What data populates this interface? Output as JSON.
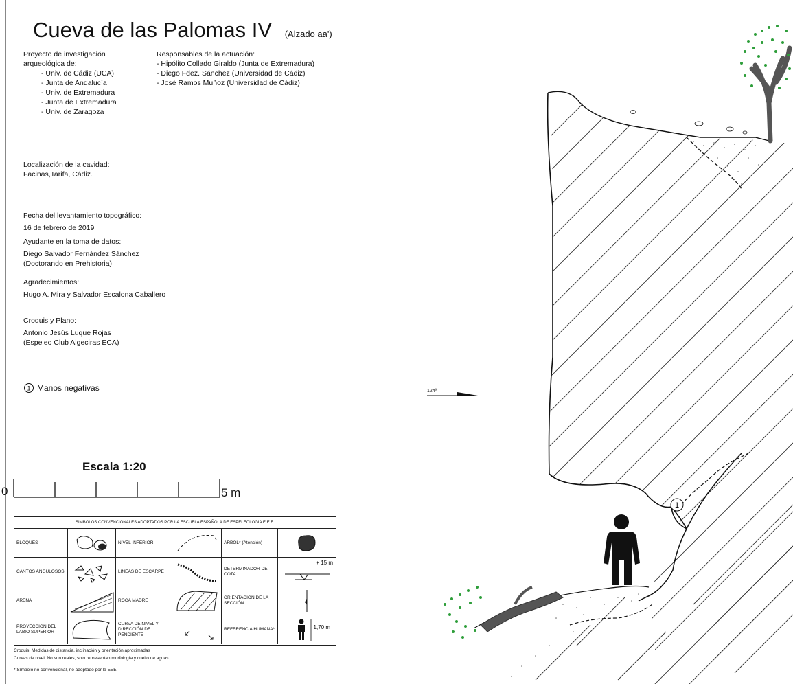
{
  "title": "Cueva de las Palomas IV",
  "title_sub": "(Alzado aa')",
  "project": {
    "heading_1": "Proyecto de investigación",
    "heading_2": "arqueológica de:",
    "items": [
      "- Univ. de Cádiz (UCA)",
      "- Junta de Andalucía",
      "- Univ. de Extremadura",
      "- Junta de Extremadura",
      "- Univ. de Zaragoza"
    ]
  },
  "responsibles": {
    "heading": "Responsables de la actuación:",
    "items": [
      "- Hipólito Collado Giraldo (Junta de Extremadura)",
      "- Diego Fdez. Sánchez (Universidad de Cádiz)",
      "- José Ramos Muñoz (Universidad de Cádiz)"
    ]
  },
  "location": {
    "label": "Localización de la cavidad:",
    "value": "Facinas,Tarifa, Cádiz."
  },
  "survey_date": {
    "label": "Fecha del levantamiento topográfico:",
    "value": "16 de febrero de 2019"
  },
  "helper": {
    "label": "Ayudante en la toma de datos:",
    "name": "Diego Salvador Fernández Sánchez",
    "role": "(Doctorando en Prehistoria)"
  },
  "thanks": {
    "label": "Agradecimientos:",
    "value": "Hugo A. Mira y Salvador Escalona Caballero"
  },
  "sketch": {
    "label": "Croquis y Plano:",
    "name": "Antonio Jesús Luque Rojas",
    "club": "(Espeleo Club Algeciras ECA)"
  },
  "marker_note": {
    "number": "1",
    "label": "Manos negativas"
  },
  "scale": {
    "title": "Escala 1:20",
    "start": "0",
    "end": "5 m"
  },
  "orientation": {
    "degrees": "124º"
  },
  "legend": {
    "header": "SIMBOLOS CONVENCIONALES ADOPTADOS POR LA ESCUELA ESPAÑOLA DE ESPELEOLOGIA E.E.E.",
    "rows": [
      [
        "BLOQUES",
        "NIVEL INFERIOR",
        "ÁRBOL* (Atención)"
      ],
      [
        "CANTOS ANGULOSOS",
        "LINEAS DE ESCARPE",
        "DETERMINADOR DE COTA"
      ],
      [
        "ARENA",
        "ROCA MADRE",
        "ORIENTACION DE LA SECCIÓN"
      ],
      [
        "PROYECCION DEL LABIO SUPERIOR",
        "CURVA DE NIVEL Y DIRECCIÓN DE PENDIENTE",
        "REFERENCIA HUMANA*"
      ]
    ],
    "cota_value": "+ 15 m",
    "human_value": "1,70 m"
  },
  "footnotes": [
    "Croquis: Medidas de distancia, inclinación y orientación aproximadas",
    "Curvas de nivel: No son reales, solo representan morfología y cuello de aguas",
    "* Símbolo no convencional, no adoptado por la EEE."
  ],
  "colors": {
    "ink": "#111111",
    "tree_trunk": "#555555",
    "foliage_dots": "#2e9e3a",
    "hatch": "#333333"
  }
}
